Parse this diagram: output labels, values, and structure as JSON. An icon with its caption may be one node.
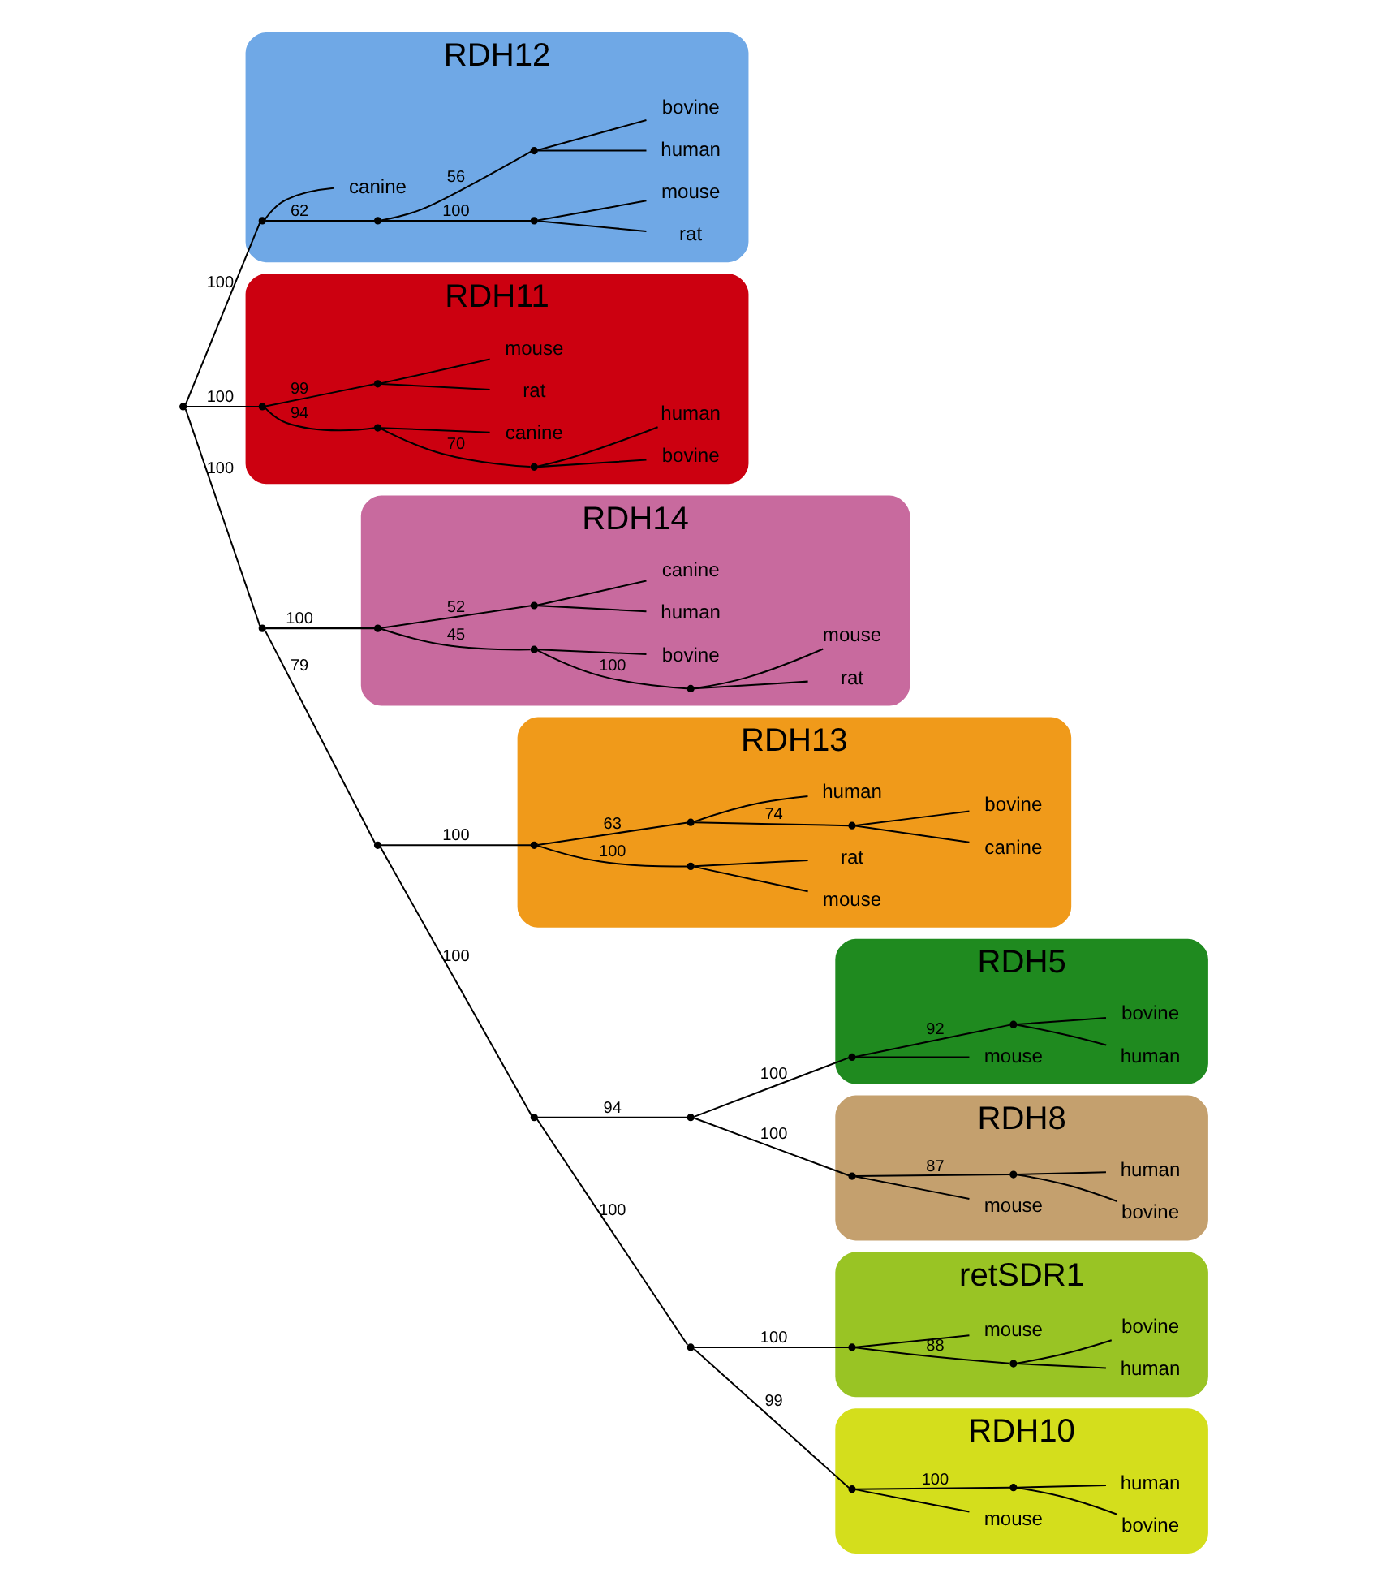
{
  "diagram": {
    "nodes": [
      {
        "text": [
          "RDH12"
        ]
      },
      {
        "text": [],
        "shape": "point",
        "in": 0
      },
      {
        "text": [],
        "shape": "point",
        "in": 0
      },
      {
        "text": [],
        "shape": "point",
        "in": 0
      },
      {
        "text": [
          "rat"
        ],
        "in": 0
      },
      {
        "text": [
          "mouse"
        ],
        "in": 0
      },
      {
        "text": [],
        "shape": "point",
        "in": 0
      },
      {
        "text": [
          "human"
        ],
        "in": 0
      },
      {
        "text": [
          "bovine"
        ],
        "in": 0
      },
      {
        "text": [
          "canine"
        ],
        "in": 0
      },
      {
        "text": [
          "RDH11"
        ]
      },
      {
        "text": [],
        "shape": "point",
        "in": 10
      },
      {
        "text": [],
        "shape": "point",
        "in": 10
      },
      {
        "text": [],
        "shape": "point",
        "in": 10
      },
      {
        "text": [
          "bovine"
        ],
        "in": 10
      },
      {
        "text": [
          "human"
        ],
        "in": 10
      },
      {
        "text": [
          "canine"
        ],
        "in": 10
      },
      {
        "text": [],
        "shape": "point",
        "in": 10
      },
      {
        "text": [
          "rat"
        ],
        "in": 10
      },
      {
        "text": [
          "mouse"
        ],
        "in": 10
      },
      {
        "text": [
          "RDH14"
        ]
      },
      {
        "text": [],
        "shape": "point",
        "in": 20
      },
      {
        "text": [],
        "shape": "point",
        "in": 20
      },
      {
        "text": [],
        "shape": "point",
        "in": 20
      },
      {
        "text": [
          "rat"
        ],
        "in": 20
      },
      {
        "text": [
          "mouse"
        ],
        "in": 20
      },
      {
        "text": [
          "bovine"
        ],
        "in": 20
      },
      {
        "text": [],
        "shape": "point",
        "in": 20
      },
      {
        "text": [
          "human"
        ],
        "in": 20
      },
      {
        "text": [
          "canine"
        ],
        "in": 20
      },
      {
        "text": [
          "RDH13"
        ]
      },
      {
        "text": [],
        "shape": "point",
        "in": 30
      },
      {
        "text": [],
        "shape": "point",
        "in": 30
      },
      {
        "text": [
          "mouse"
        ],
        "in": 30
      },
      {
        "text": [
          "rat"
        ],
        "in": 30
      },
      {
        "text": [],
        "shape": "point",
        "in": 30
      },
      {
        "text": [],
        "shape": "point",
        "in": 30
      },
      {
        "text": [
          "canine"
        ],
        "in": 30
      },
      {
        "text": [
          "bovine"
        ],
        "in": 30
      },
      {
        "text": [
          "human"
        ],
        "in": 30
      },
      {
        "text": [],
        "shape": "point"
      },
      {
        "text": [],
        "shape": "point"
      },
      {
        "text": [],
        "shape": "point"
      },
      {
        "text": [],
        "shape": "point"
      },
      {
        "text": [],
        "shape": "point"
      },
      {
        "text": [],
        "shape": "point"
      },
      {
        "text": [
          "RDH5"
        ]
      },
      {
        "text": [],
        "shape": "point",
        "in": 46
      },
      {
        "text": [
          "mouse"
        ],
        "in": 46
      },
      {
        "text": [],
        "shape": "point",
        "in": 46
      },
      {
        "text": [
          "human"
        ],
        "in": 46
      },
      {
        "text": [
          "bovine"
        ],
        "in": 46
      },
      {
        "text": [
          "RDH8"
        ]
      },
      {
        "text": [],
        "shape": "point",
        "in": 52
      },
      {
        "text": [
          "mouse"
        ],
        "in": 52
      },
      {
        "text": [],
        "shape": "point",
        "in": 52
      },
      {
        "text": [
          "bovine"
        ],
        "in": 52
      },
      {
        "text": [
          "human"
        ],
        "in": 52
      },
      {
        "text": [
          "retSDR1"
        ]
      },
      {
        "text": [],
        "shape": "point",
        "in": 58
      },
      {
        "text": [],
        "shape": "point",
        "in": 58
      },
      {
        "text": [
          "human"
        ],
        "in": 58
      },
      {
        "text": [
          "mouse"
        ],
        "in": 58
      },
      {
        "text": [
          "bovine"
        ],
        "in": 58
      },
      {
        "text": [
          "RDH10"
        ]
      },
      {
        "text": [],
        "shape": "point",
        "in": 64
      },
      {
        "text": [
          "mouse"
        ],
        "in": 64
      },
      {
        "text": [],
        "shape": "point",
        "in": 64
      },
      {
        "text": [
          "bovine"
        ],
        "in": 64
      },
      {
        "text": [
          "human"
        ],
        "in": 64
      }
    ],
    "edges": [
      {
        "from": 40,
        "to": 1,
        "arrow": "none",
        "label": "100"
      },
      {
        "from": 40,
        "to": 11,
        "arrow": "none",
        "label": "100"
      },
      {
        "from": 40,
        "to": 41,
        "arrow": "none",
        "label": "100"
      },
      {
        "from": 41,
        "to": 21,
        "arrow": "none",
        "label": "100"
      },
      {
        "from": 41,
        "to": 42,
        "arrow": "none",
        "label": "79"
      },
      {
        "from": 42,
        "to": 31,
        "arrow": "none",
        "label": "100"
      },
      {
        "from": 42,
        "to": 43,
        "arrow": "none",
        "label": "100"
      },
      {
        "from": 43,
        "to": 44,
        "arrow": "none",
        "label": "94"
      },
      {
        "from": 43,
        "to": 45,
        "arrow": "none",
        "label": "100"
      },
      {
        "from": 44,
        "to": 47,
        "arrow": "none",
        "label": "100"
      },
      {
        "from": 44,
        "to": 53,
        "arrow": "none",
        "label": "100"
      },
      {
        "from": 45,
        "to": 59,
        "arrow": "none",
        "label": "100"
      },
      {
        "from": 45,
        "to": 65,
        "arrow": "none",
        "label": "99"
      },
      {
        "from": 1,
        "to": 2,
        "arrow": "none",
        "label": "62"
      },
      {
        "from": 1,
        "to": 9,
        "arrow": "none"
      },
      {
        "from": 2,
        "to": 3,
        "arrow": "none",
        "label": "100"
      },
      {
        "from": 2,
        "to": 6,
        "arrow": "none",
        "label": "56"
      },
      {
        "from": 3,
        "to": 4,
        "arrow": "none"
      },
      {
        "from": 3,
        "to": 5,
        "arrow": "none"
      },
      {
        "from": 6,
        "to": 7,
        "arrow": "none"
      },
      {
        "from": 6,
        "to": 8,
        "arrow": "none"
      },
      {
        "from": 11,
        "to": 12,
        "arrow": "none",
        "label": "94"
      },
      {
        "from": 11,
        "to": 17,
        "arrow": "none",
        "label": "99"
      },
      {
        "from": 12,
        "to": 13,
        "arrow": "none",
        "label": "70"
      },
      {
        "from": 12,
        "to": 16,
        "arrow": "none"
      },
      {
        "from": 13,
        "to": 14,
        "arrow": "none"
      },
      {
        "from": 13,
        "to": 15,
        "arrow": "none"
      },
      {
        "from": 17,
        "to": 18,
        "arrow": "none"
      },
      {
        "from": 17,
        "to": 19,
        "arrow": "none"
      },
      {
        "from": 21,
        "to": 22,
        "arrow": "none",
        "label": "45"
      },
      {
        "from": 21,
        "to": 27,
        "arrow": "none",
        "label": "52"
      },
      {
        "from": 22,
        "to": 23,
        "arrow": "none",
        "label": "100"
      },
      {
        "from": 22,
        "to": 26,
        "arrow": "none"
      },
      {
        "from": 23,
        "to": 24,
        "arrow": "none"
      },
      {
        "from": 23,
        "to": 25,
        "arrow": "none"
      },
      {
        "from": 27,
        "to": 28,
        "arrow": "none"
      },
      {
        "from": 27,
        "to": 29,
        "arrow": "none"
      },
      {
        "from": 31,
        "to": 32,
        "arrow": "none",
        "label": "100"
      },
      {
        "from": 31,
        "to": 35,
        "arrow": "none",
        "label": "63"
      },
      {
        "from": 32,
        "to": 33,
        "arrow": "none"
      },
      {
        "from": 32,
        "to": 34,
        "arrow": "none"
      },
      {
        "from": 35,
        "to": 36,
        "arrow": "none",
        "label": "74"
      },
      {
        "from": 35,
        "to": 39,
        "arrow": "none"
      },
      {
        "from": 36,
        "to": 37,
        "arrow": "none"
      },
      {
        "from": 36,
        "to": 38,
        "arrow": "none"
      },
      {
        "from": 47,
        "to": 48,
        "arrow": "none"
      },
      {
        "from": 47,
        "to": 49,
        "arrow": "none",
        "label": "92"
      },
      {
        "from": 49,
        "to": 50,
        "arrow": "none"
      },
      {
        "from": 49,
        "to": 51,
        "arrow": "none"
      },
      {
        "from": 53,
        "to": 54,
        "arrow": "none"
      },
      {
        "from": 53,
        "to": 55,
        "arrow": "none",
        "label": "87"
      },
      {
        "from": 55,
        "to": 56,
        "arrow": "none"
      },
      {
        "from": 55,
        "to": 57,
        "arrow": "none"
      },
      {
        "from": 59,
        "to": 60,
        "arrow": "none",
        "label": "88"
      },
      {
        "from": 59,
        "to": 62,
        "arrow": "none"
      },
      {
        "from": 60,
        "to": 61,
        "arrow": "none"
      },
      {
        "from": 60,
        "to": 63,
        "arrow": "none"
      },
      {
        "from": 65,
        "to": 66,
        "arrow": "none"
      },
      {
        "from": 65,
        "to": 67,
        "arrow": "none",
        "label": "100"
      },
      {
        "from": 67,
        "to": 68,
        "arrow": "none"
      },
      {
        "from": 67,
        "to": 69,
        "arrow": "none"
      }
    ]
  }
}
